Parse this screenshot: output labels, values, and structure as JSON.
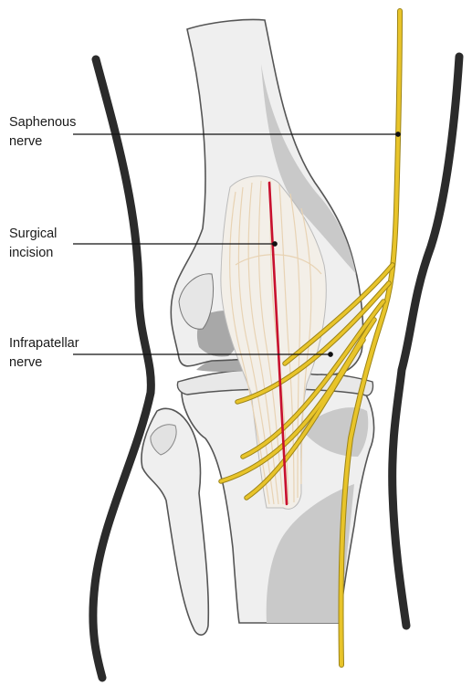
{
  "labels": {
    "saphenous": "Saphenous\nnerve",
    "incision": "Surgical\nincision",
    "infrapatellar": "Infrapatellar\nnerve"
  },
  "colors": {
    "bone_fill": "#efefef",
    "bone_shade": "#c9c9c9",
    "bone_dark": "#a8a8a8",
    "outline": "#555555",
    "skin_outline": "#2b2b2b",
    "nerve": "#e8c42a",
    "nerve_edge": "#9c8418",
    "incision": "#c8102e",
    "tendon": "#e8d3b4",
    "leader": "#111111"
  }
}
